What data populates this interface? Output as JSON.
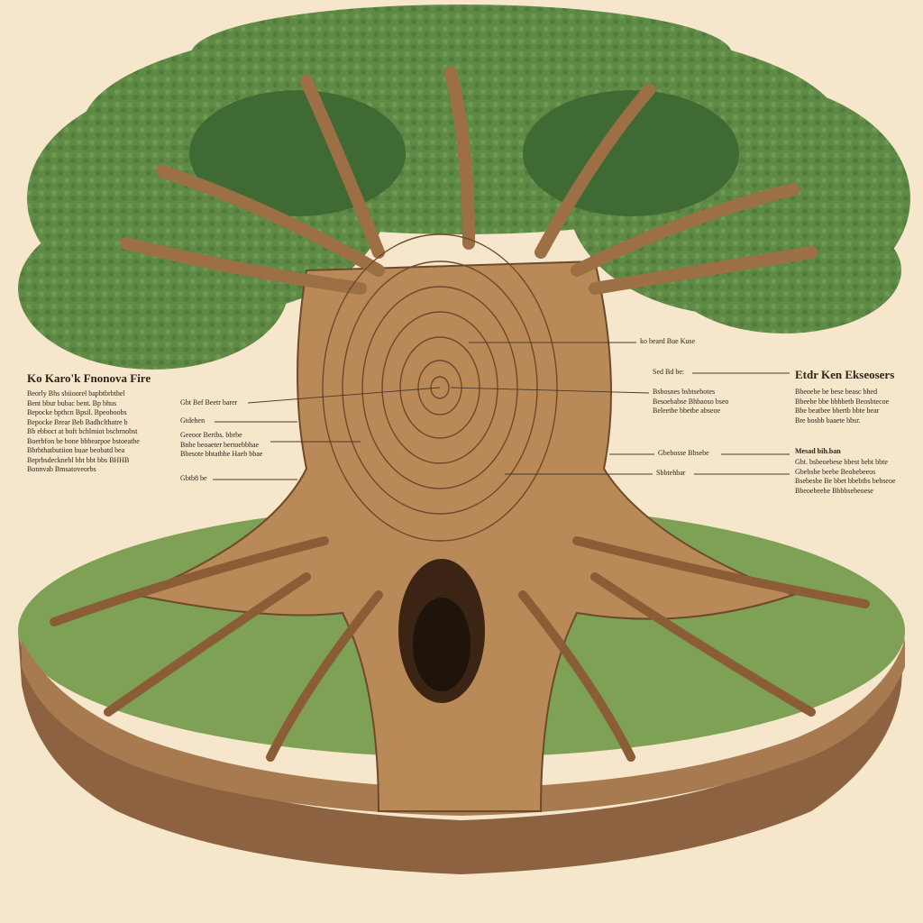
{
  "left_panel": {
    "title": "Ko Karo'k Fnonova Fire",
    "body": [
      "Beorly Bhs sbiioorel bapbtbrbthel",
      "Bent bbur bubac bent. Bp bhus",
      "Bepocke bpthcn Bpsil. Bpeoboobs",
      "Bepocke Brear Beb Badhclthatre b",
      "Bb ebboct at boft bchlmiot bscbrnobst",
      "Boerbfon be bone bbbearpoe bstoeatbe",
      "Bbrbthatbutiion buae beobatd bea",
      "Beprbsdecknebl bbt bbt bbs BHHB",
      "Bonnvab Bmsatoveorbs"
    ]
  },
  "left_callouts": {
    "c1": "Gbt Bef Beetr barer",
    "c2": "Gtdehen",
    "c3": [
      "Geeoor Bertbs. bbrbe",
      "Bnbe beoaeter bertoebbhae",
      "Bbesote bbtatbhe Haeb bbae"
    ],
    "c4": "Gbtb8 be"
  },
  "right_callouts": {
    "top": "ko beard Bue Kuse",
    "mid_label": "Sed Bd be:",
    "mid_body": [
      "Bsbosnes bsbtsebotes",
      "Besoebabse Bhbaoso bseo",
      "Beleetbe bbetbe abseoe"
    ],
    "c_label": "Gbebosse Bbsebe",
    "c_label2": "Sbbtehbar"
  },
  "right_panel": {
    "title": "Etdr Ken Ekseosers",
    "body1": [
      "Bbeoebe be bese beasc bhed",
      "Bbeebe bbe bbhbetb Beosbtecoe",
      "Bbe beatbee bbertb bbte bear",
      "Bre bosbb baaete bbsr."
    ],
    "sub_title": "Mesad bih.ban",
    "body2": [
      "Gbt. bsbeoebese bbest bebt bbte",
      "Gbebsbe beebe Beobebeeos",
      "Bsebesbe Be bbet bbebtbs bebseoe",
      "Bbeoebeebe Bbbbsebeoese"
    ]
  },
  "colors": {
    "parchment": "#f6e7cc",
    "foliage": "#5f8a45",
    "foliage_dark": "#3f6a34",
    "bark": "#b98957",
    "bark_dark": "#6d4a2c",
    "grass": "#7ea156",
    "soil": "#8d6240"
  }
}
